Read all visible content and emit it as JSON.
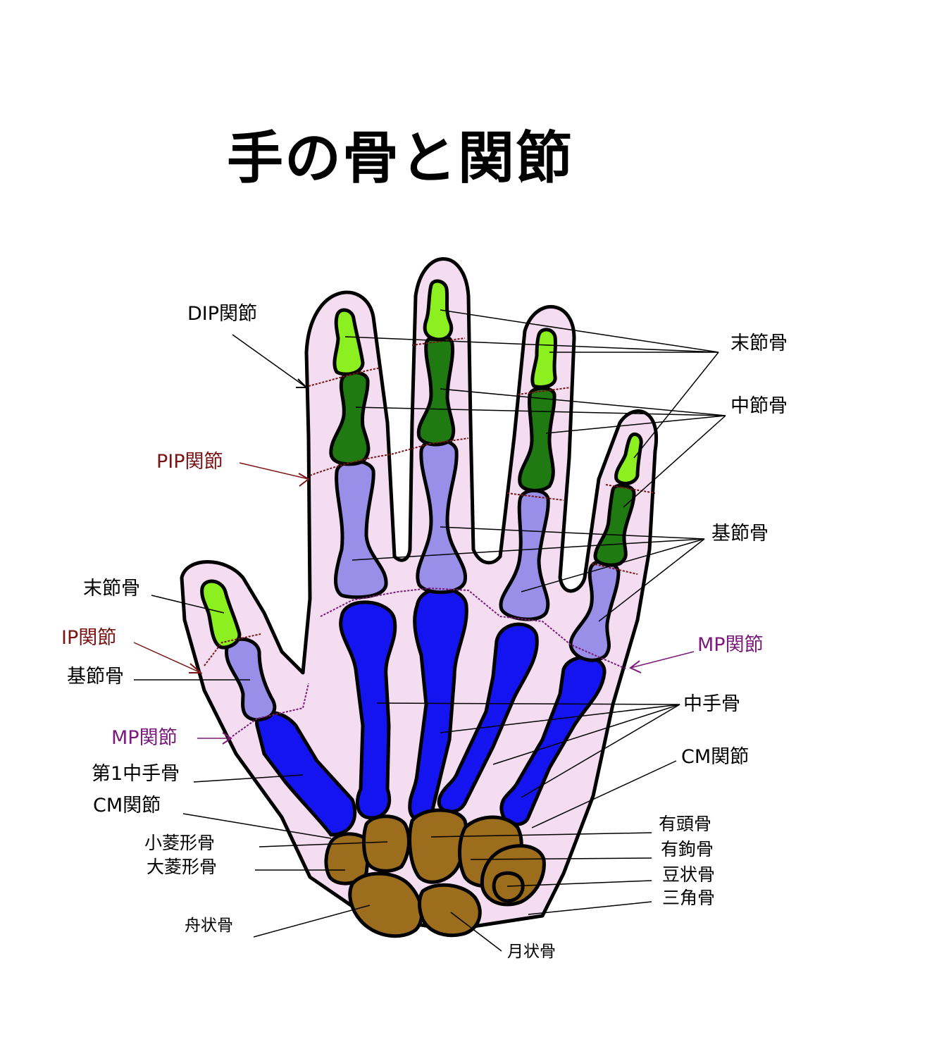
{
  "title": "手の骨と関節",
  "colors": {
    "skin": "#f4ddf1",
    "distal_phalanx": "#8cf020",
    "middle_phalanx": "#1f7a12",
    "proximal_phalanx": "#9a8fe8",
    "metacarpal": "#1414f0",
    "carpal": "#9b6d1c",
    "ip_joint_label": "#7a1414",
    "mp_joint_label": "#7a1a7a"
  },
  "labels": {
    "dip_joint": "DIP関節",
    "pip_joint": "PIP関節",
    "distal_phalanx_fingers": "末節骨",
    "middle_phalanx": "中節骨",
    "proximal_phalanx_fingers": "基節骨",
    "distal_phalanx_thumb": "末節骨",
    "ip_joint": "IP関節",
    "proximal_phalanx_thumb": "基節骨",
    "mp_joint_thumb": "MP関節",
    "first_metacarpal": "第1中手骨",
    "cm_joint_thumb": "CM関節",
    "mp_joint_fingers": "MP関節",
    "metacarpal": "中手骨",
    "cm_joint_fingers": "CM関節",
    "trapezoid": "小菱形骨",
    "trapezium": "大菱形骨",
    "scaphoid": "舟状骨",
    "capitate": "有頭骨",
    "hamate": "有鉤骨",
    "pisiform": "豆状骨",
    "triquetrum": "三角骨",
    "lunate": "月状骨"
  }
}
